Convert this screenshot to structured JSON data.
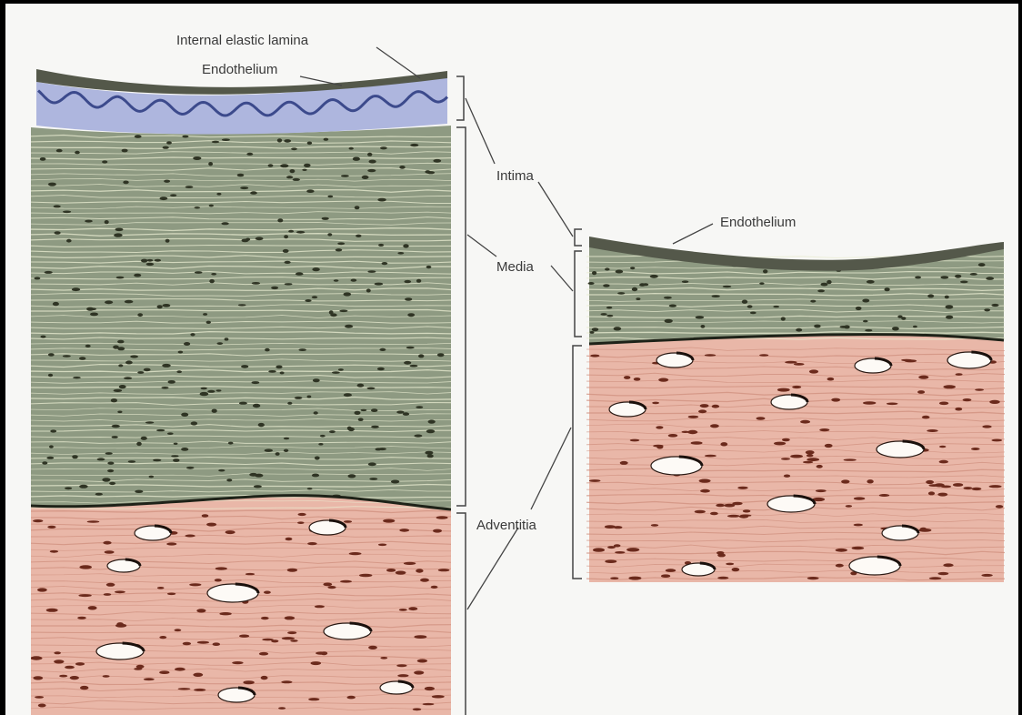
{
  "labels": {
    "internal_elastic_lamina": "Internal elastic lamina",
    "endothelium_left": "Endothelium",
    "intima": "Intima",
    "media": "Media",
    "adventitia": "Adventitia",
    "endothelium_right": "Endothelium"
  },
  "colors": {
    "frame": "#000000",
    "background": "#f7f7f5",
    "media": "#8e9a82",
    "media_dark": "#6f7a64",
    "media_fiber": "#e9ecd2",
    "elastic_lamina_band": "#aeb6de",
    "elastic_lamina_line": "#3c4a8c",
    "adventitia": "#e9b7a8",
    "adventitia_fiber": "#cf8f7e",
    "nuclei": "#2f3424",
    "adventitia_cells": "#6b2a1c",
    "leader": "#444444"
  }
}
